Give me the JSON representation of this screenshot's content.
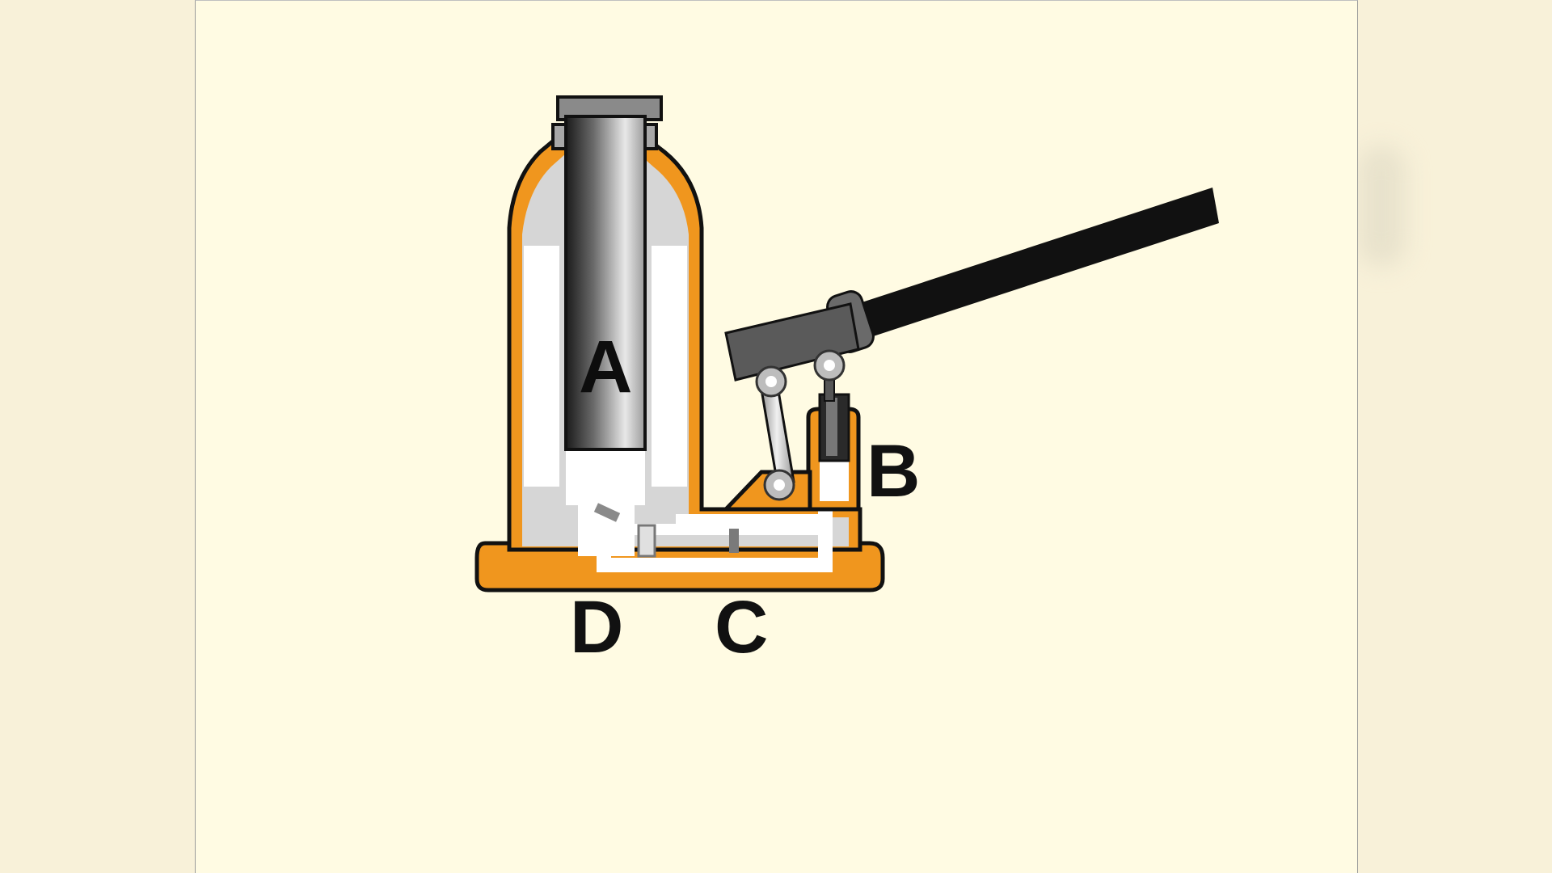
{
  "diagram": {
    "labels": {
      "a": "A",
      "b": "B",
      "c": "C",
      "d": "D"
    },
    "colors": {
      "background": "#fffbe3",
      "body_orange": "#f0961e",
      "outline": "#111111",
      "chamber_grey": "#d6d6d6",
      "fluid_white": "#ffffff",
      "ram_dark": "#2a2a2a",
      "handle_grey": "#555555"
    }
  }
}
